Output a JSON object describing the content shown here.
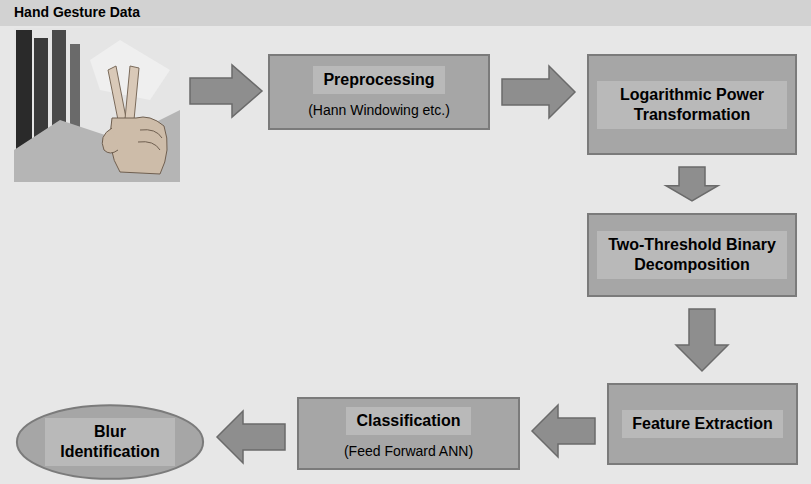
{
  "diagram": {
    "title": "Hand Gesture Data",
    "nodes": [
      {
        "text": [
          "Preprocessing",
          "(Hann Windowing etc.)"
        ]
      },
      {
        "text": [
          "Logarithmic Power Transformation"
        ]
      },
      {
        "text": [
          "Two-Threshold Binary Decomposition"
        ]
      },
      {
        "text": [
          "Feature Extraction"
        ]
      },
      {
        "text": [
          "Classification",
          "(Feed Forward ANN)"
        ]
      },
      {
        "text": [
          "Blur Identification"
        ]
      }
    ],
    "edges": [
      {
        "from": 0,
        "to": 1,
        "arrow": "to"
      },
      {
        "from": 1,
        "to": 2,
        "arrow": "to"
      },
      {
        "from": 2,
        "to": 3,
        "arrow": "to"
      },
      {
        "from": 3,
        "to": 4,
        "arrow": "to"
      },
      {
        "from": 4,
        "to": 5,
        "arrow": "to"
      }
    ]
  }
}
